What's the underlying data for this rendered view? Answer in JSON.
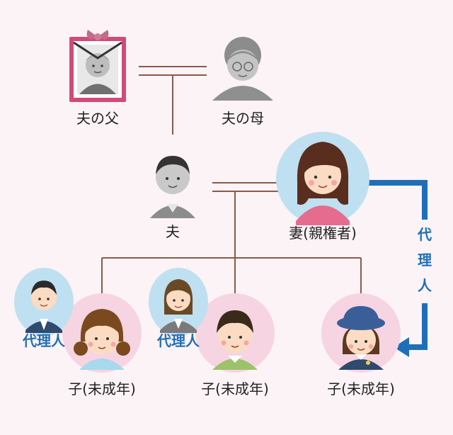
{
  "people": {
    "husband_father": {
      "label": "夫の父"
    },
    "husband_mother": {
      "label": "夫の母"
    },
    "husband": {
      "label": "夫"
    },
    "wife": {
      "label": "妻(親権者)"
    },
    "child1": {
      "label": "子(未成年)"
    },
    "child2": {
      "label": "子(未成年)"
    },
    "child3": {
      "label": "子(未成年)"
    }
  },
  "agents": {
    "agent1": {
      "label": "代理人"
    },
    "agent2": {
      "label": "代理人"
    },
    "wife_as_agent": {
      "label_chars": [
        "代",
        "理",
        "人"
      ]
    }
  },
  "colors": {
    "background": "#fbf3f6",
    "line": "#8b5a4a",
    "arrow": "#1f6fb8",
    "agent_text": "#1f6fb8",
    "pink_circle": "#f7d4e2",
    "blue_circle": "#bfe0f0",
    "mourning_frame": "#c9486f"
  },
  "icons": [
    "grandfather-portrait-icon",
    "grandmother-icon",
    "man-icon",
    "woman-icon",
    "girl-icon",
    "boy-icon",
    "kindergarten-girl-icon",
    "businessman-icon",
    "businesswoman-icon"
  ]
}
